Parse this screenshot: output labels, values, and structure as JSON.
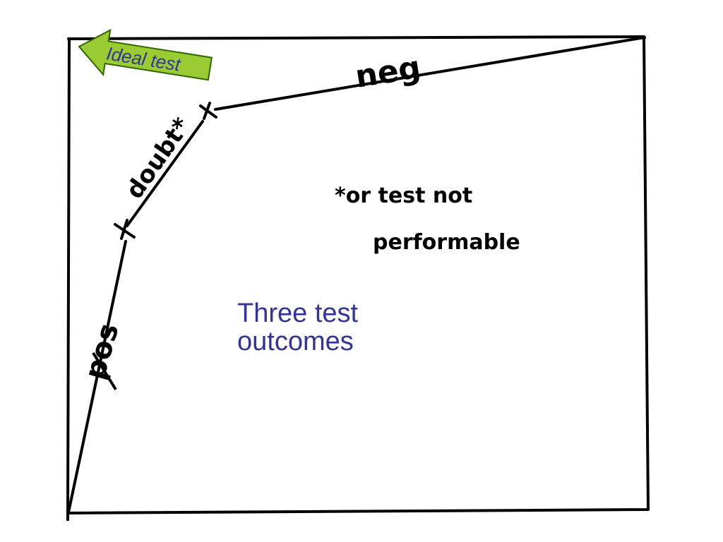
{
  "arrow": {
    "label": "Ideal test",
    "fill": "#99cc33",
    "stroke": "#336600",
    "text_color": "#333399"
  },
  "segments": {
    "pos": "pos",
    "doubt": "doubt*",
    "neg": "neg"
  },
  "footnote": {
    "line1": "*or test not",
    "line2": "performable"
  },
  "caption": {
    "line1": "Three test",
    "line2": "outcomes"
  }
}
